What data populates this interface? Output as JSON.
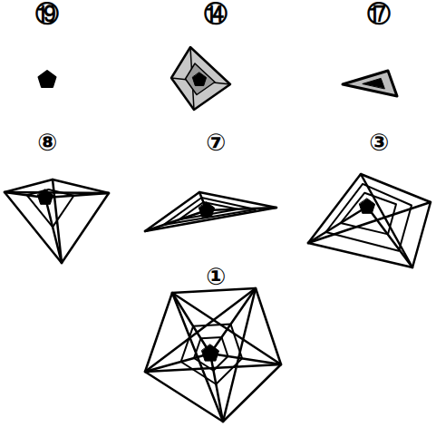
{
  "diagram": {
    "labels": [
      "⑲",
      "⑭",
      "⑰",
      "⑧",
      "⑦",
      "③",
      "①"
    ]
  }
}
